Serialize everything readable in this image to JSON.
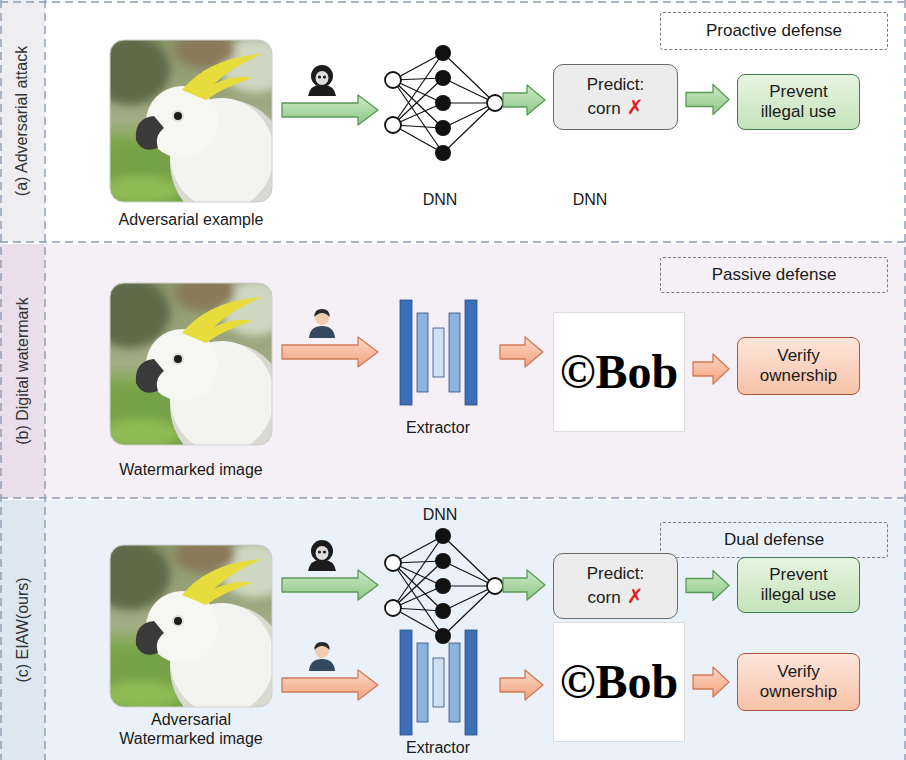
{
  "diagram": {
    "nodes": [
      {
        "text": [
          "(a) Adversarial attack"
        ]
      },
      {
        "text": [
          "Proactive defense"
        ],
        "in": 0
      },
      {
        "text": [
          "Predict: corn",
          "✗"
        ],
        "in": 0
      },
      {
        "text": [
          "Prevent illegal use"
        ],
        "in": 0
      },
      {
        "text": [
          "(b) Digital watermark"
        ]
      },
      {
        "text": [
          "Passive defense"
        ],
        "in": 4
      },
      {
        "text": [
          "©Bob"
        ],
        "in": 4
      },
      {
        "text": [
          "Verify ownership"
        ],
        "in": 4
      },
      {
        "text": [
          "(c) EIAW(ours)"
        ]
      },
      {
        "text": [
          "Dual defense"
        ],
        "in": 8
      },
      {
        "text": [
          "Predict: corn",
          "✗"
        ],
        "in": 8
      },
      {
        "text": [
          "Prevent illegal use"
        ],
        "in": 8
      },
      {
        "text": [
          "©Bob"
        ],
        "in": 8
      },
      {
        "text": [
          "Verify ownership"
        ],
        "in": 8
      }
    ],
    "edges": [
      {
        "from": 2,
        "to": 3,
        "arrow": "to"
      },
      {
        "from": 6,
        "to": 7,
        "arrow": "to"
      },
      {
        "from": 10,
        "to": 11,
        "arrow": "to"
      },
      {
        "from": 12,
        "to": 13,
        "arrow": "to"
      }
    ],
    "labels": [
      "DNN",
      "DNN",
      "Adversarial example",
      "Watermarked image",
      "Extractor",
      "DNN",
      "Adversarial Watermarked image",
      "Extractor"
    ]
  }
}
